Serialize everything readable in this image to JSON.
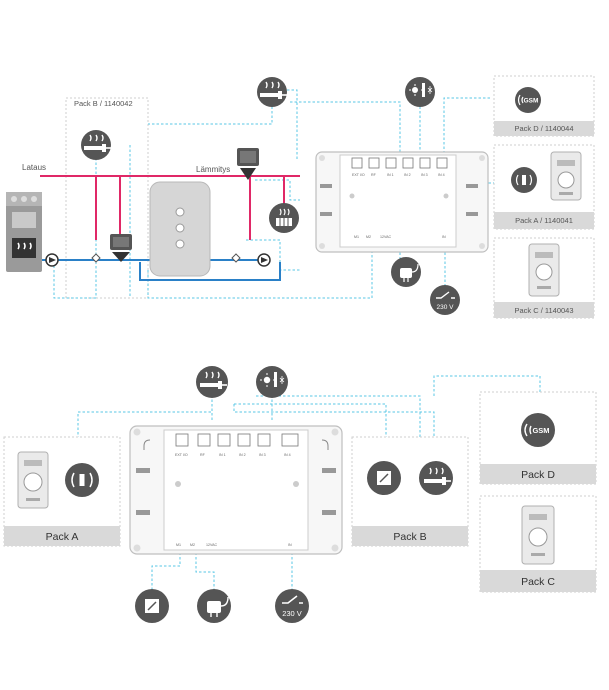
{
  "top": {
    "pack_b_label": "Pack B / 1140042",
    "pack_d_label": "Pack D / 1140044",
    "pack_a_label": "Pack A / 1140041",
    "pack_c_label": "Pack C / 1140043",
    "lataus_label": "Lataus",
    "lammitys_label": "Lämmitys",
    "gsm_text": "GSM",
    "voltage_text": "230 V",
    "ports": [
      "EXT I/O",
      "RF",
      "IN 1",
      "IN 2",
      "IN 3",
      "IN 4"
    ],
    "bottom_ports": [
      "M1",
      "M2",
      "12VAC",
      "IN"
    ]
  },
  "bottom": {
    "pack_a_label": "Pack A",
    "pack_b_label": "Pack B",
    "pack_c_label": "Pack C",
    "pack_d_label": "Pack D",
    "gsm_text": "GSM",
    "voltage_text": "230 V",
    "ports": [
      "EXT I/O",
      "RF",
      "IN 1",
      "IN 2",
      "IN 3",
      "IN 4"
    ],
    "bottom_ports": [
      "M1",
      "M2",
      "12VAC",
      "IN"
    ]
  },
  "colors": {
    "accent_dashed": "#59c7e6",
    "pipe_hot": "#e02867",
    "pipe_cold": "#2a80c7",
    "icon_gray": "#555555",
    "panel_gray": "#d9d9d9"
  }
}
